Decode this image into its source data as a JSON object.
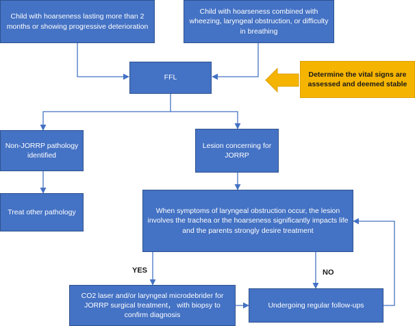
{
  "nodes": {
    "hoarseness_2_months": "Child with hoarseness lasting more than 2 months or showing progressive deterioration",
    "hoarseness_combined": "Child with hoarseness combined with wheezing, laryngeal obstruction, or difficulty in breathing",
    "ffl": "FFL",
    "vital_signs": "Determine  the vital signs are assessed and deemed stable",
    "non_jorrp": "Non-JORRP pathology identified",
    "lesion_concerning": "Lesion concerning for JORRP",
    "treat_other": "Treat  other pathology",
    "symptoms_decision": "When symptoms of laryngeal obstruction occur, the lesion involves the trachea or the hoarseness significantly impacts life and the parents strongly desire treatment",
    "co2_laser": "CO2 laser and/or laryngeal microdebrider for JORRP surgical treatment， with biopsy to confirm diagnosis",
    "follow_ups": "Undergoing regular follow-ups"
  },
  "labels": {
    "yes": "YES",
    "no": "NO"
  },
  "colors": {
    "box_fill": "#4472c4",
    "box_border": "#2f528f",
    "highlight_fill": "#f5b400",
    "connector": "#4472c4"
  }
}
